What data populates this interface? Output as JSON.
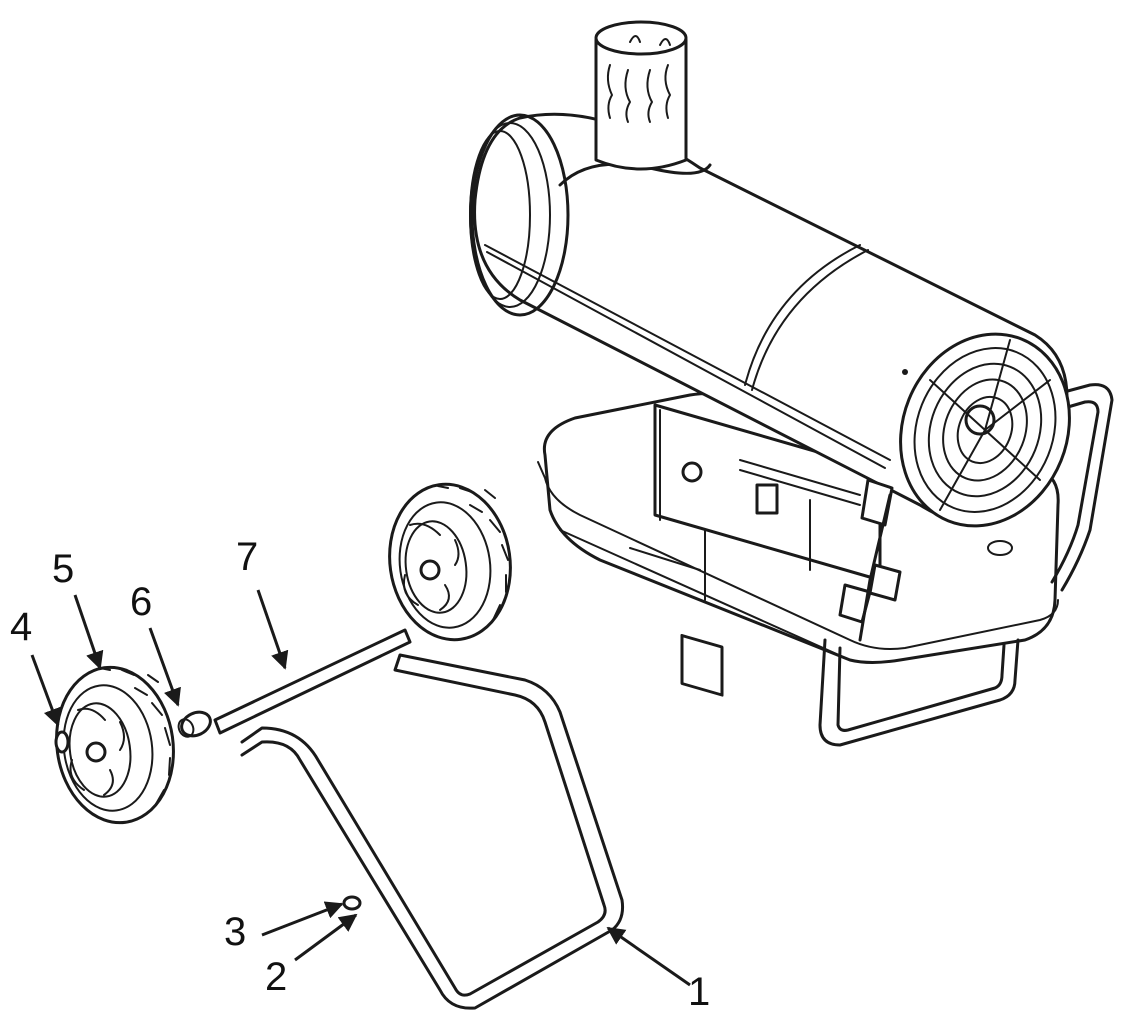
{
  "callouts": [
    {
      "id": "1",
      "label": "1",
      "part": "frame"
    },
    {
      "id": "2",
      "label": "2",
      "part": "bolt"
    },
    {
      "id": "3",
      "label": "3",
      "part": "nut"
    },
    {
      "id": "4",
      "label": "4",
      "part": "wheel-cap"
    },
    {
      "id": "5",
      "label": "5",
      "part": "wheel"
    },
    {
      "id": "6",
      "label": "6",
      "part": "bushing"
    },
    {
      "id": "7",
      "label": "7",
      "part": "axle"
    }
  ],
  "colors": {
    "line": "#1a1a1a",
    "background": "#ffffff"
  }
}
